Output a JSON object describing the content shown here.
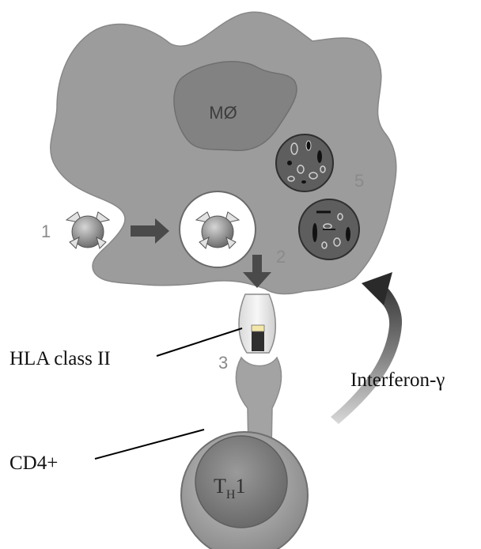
{
  "labels": {
    "macrophage": "MØ",
    "th1_main": "T",
    "th1_sub": "H",
    "th1_tail": "1",
    "step1": "1",
    "step2": "2",
    "step3": "3",
    "step5": "5",
    "hla": "HLA class II",
    "interferon": "Interferon-γ",
    "cd4": "CD4+"
  },
  "colors": {
    "macrophage_fill": "#9c9c9c",
    "macrophage_edge": "#7a7a7a",
    "nucleus_fill": "#808080",
    "phagosome_fill": "#ffffff",
    "vesicle_fill": "#5e5e5e",
    "arrow_fill": "#4a4a4a",
    "th1_outer": "#a9a9a9",
    "th1_inner": "#7c7c7c",
    "line": "#000000"
  }
}
